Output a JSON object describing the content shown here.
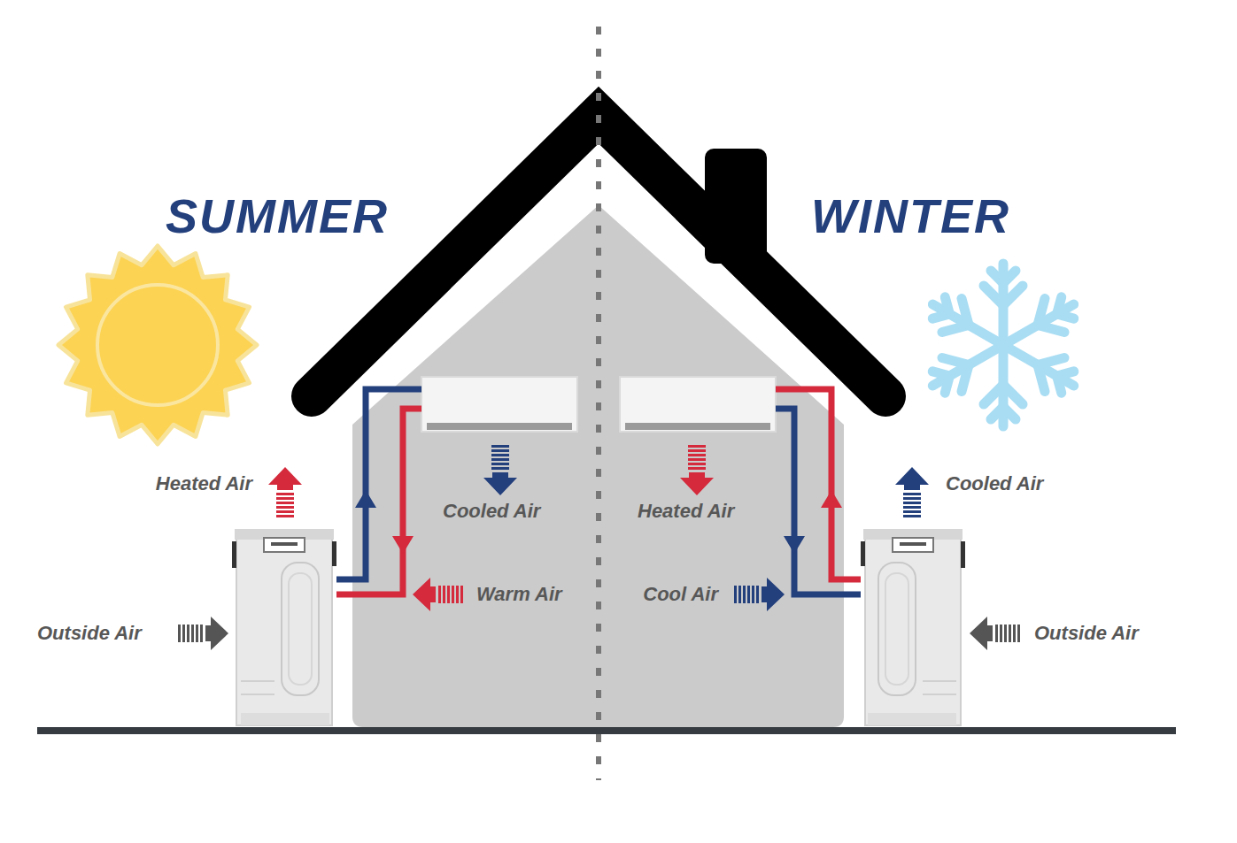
{
  "diagram": {
    "labels": [
      "SUMMER",
      "WINTER",
      "Heated Air",
      "Cooled Air",
      "Heated Air",
      "Cooled Air",
      "Warm Air",
      "Cool Air",
      "Outside Air",
      "Outside Air"
    ]
  }
}
